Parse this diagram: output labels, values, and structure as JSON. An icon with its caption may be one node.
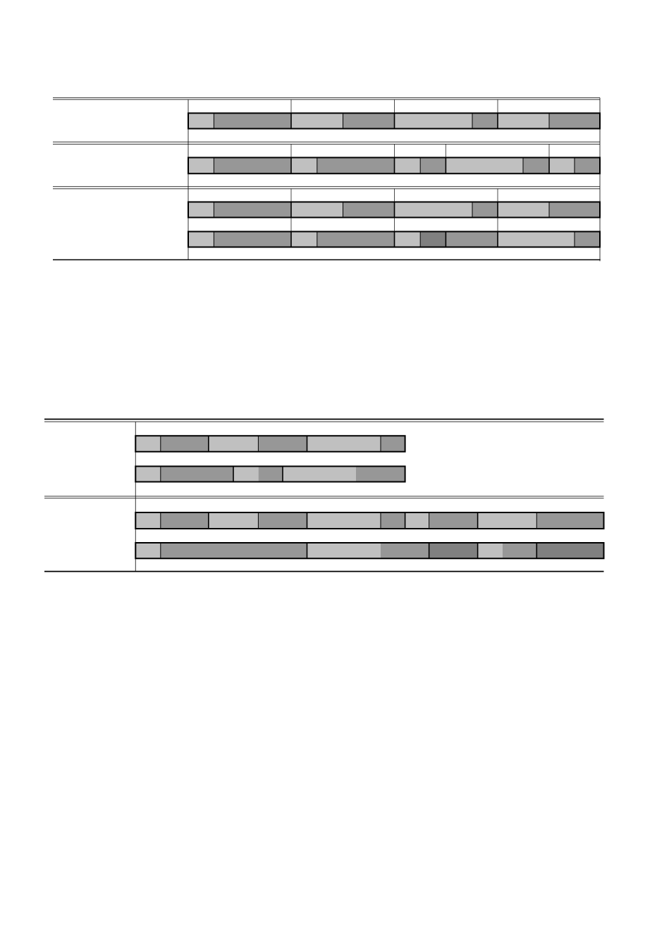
{
  "diagram": {
    "nodes": [
      {
        "text": [],
        "shape": "bar"
      },
      {
        "text": [],
        "shape": "bar"
      },
      {
        "text": [],
        "shape": "bar"
      },
      {
        "text": [],
        "shape": "bar"
      },
      {
        "text": [],
        "shape": "bar"
      },
      {
        "text": [],
        "shape": "bar"
      },
      {
        "text": [],
        "shape": "bar"
      },
      {
        "text": [],
        "shape": "bar"
      }
    ]
  }
}
